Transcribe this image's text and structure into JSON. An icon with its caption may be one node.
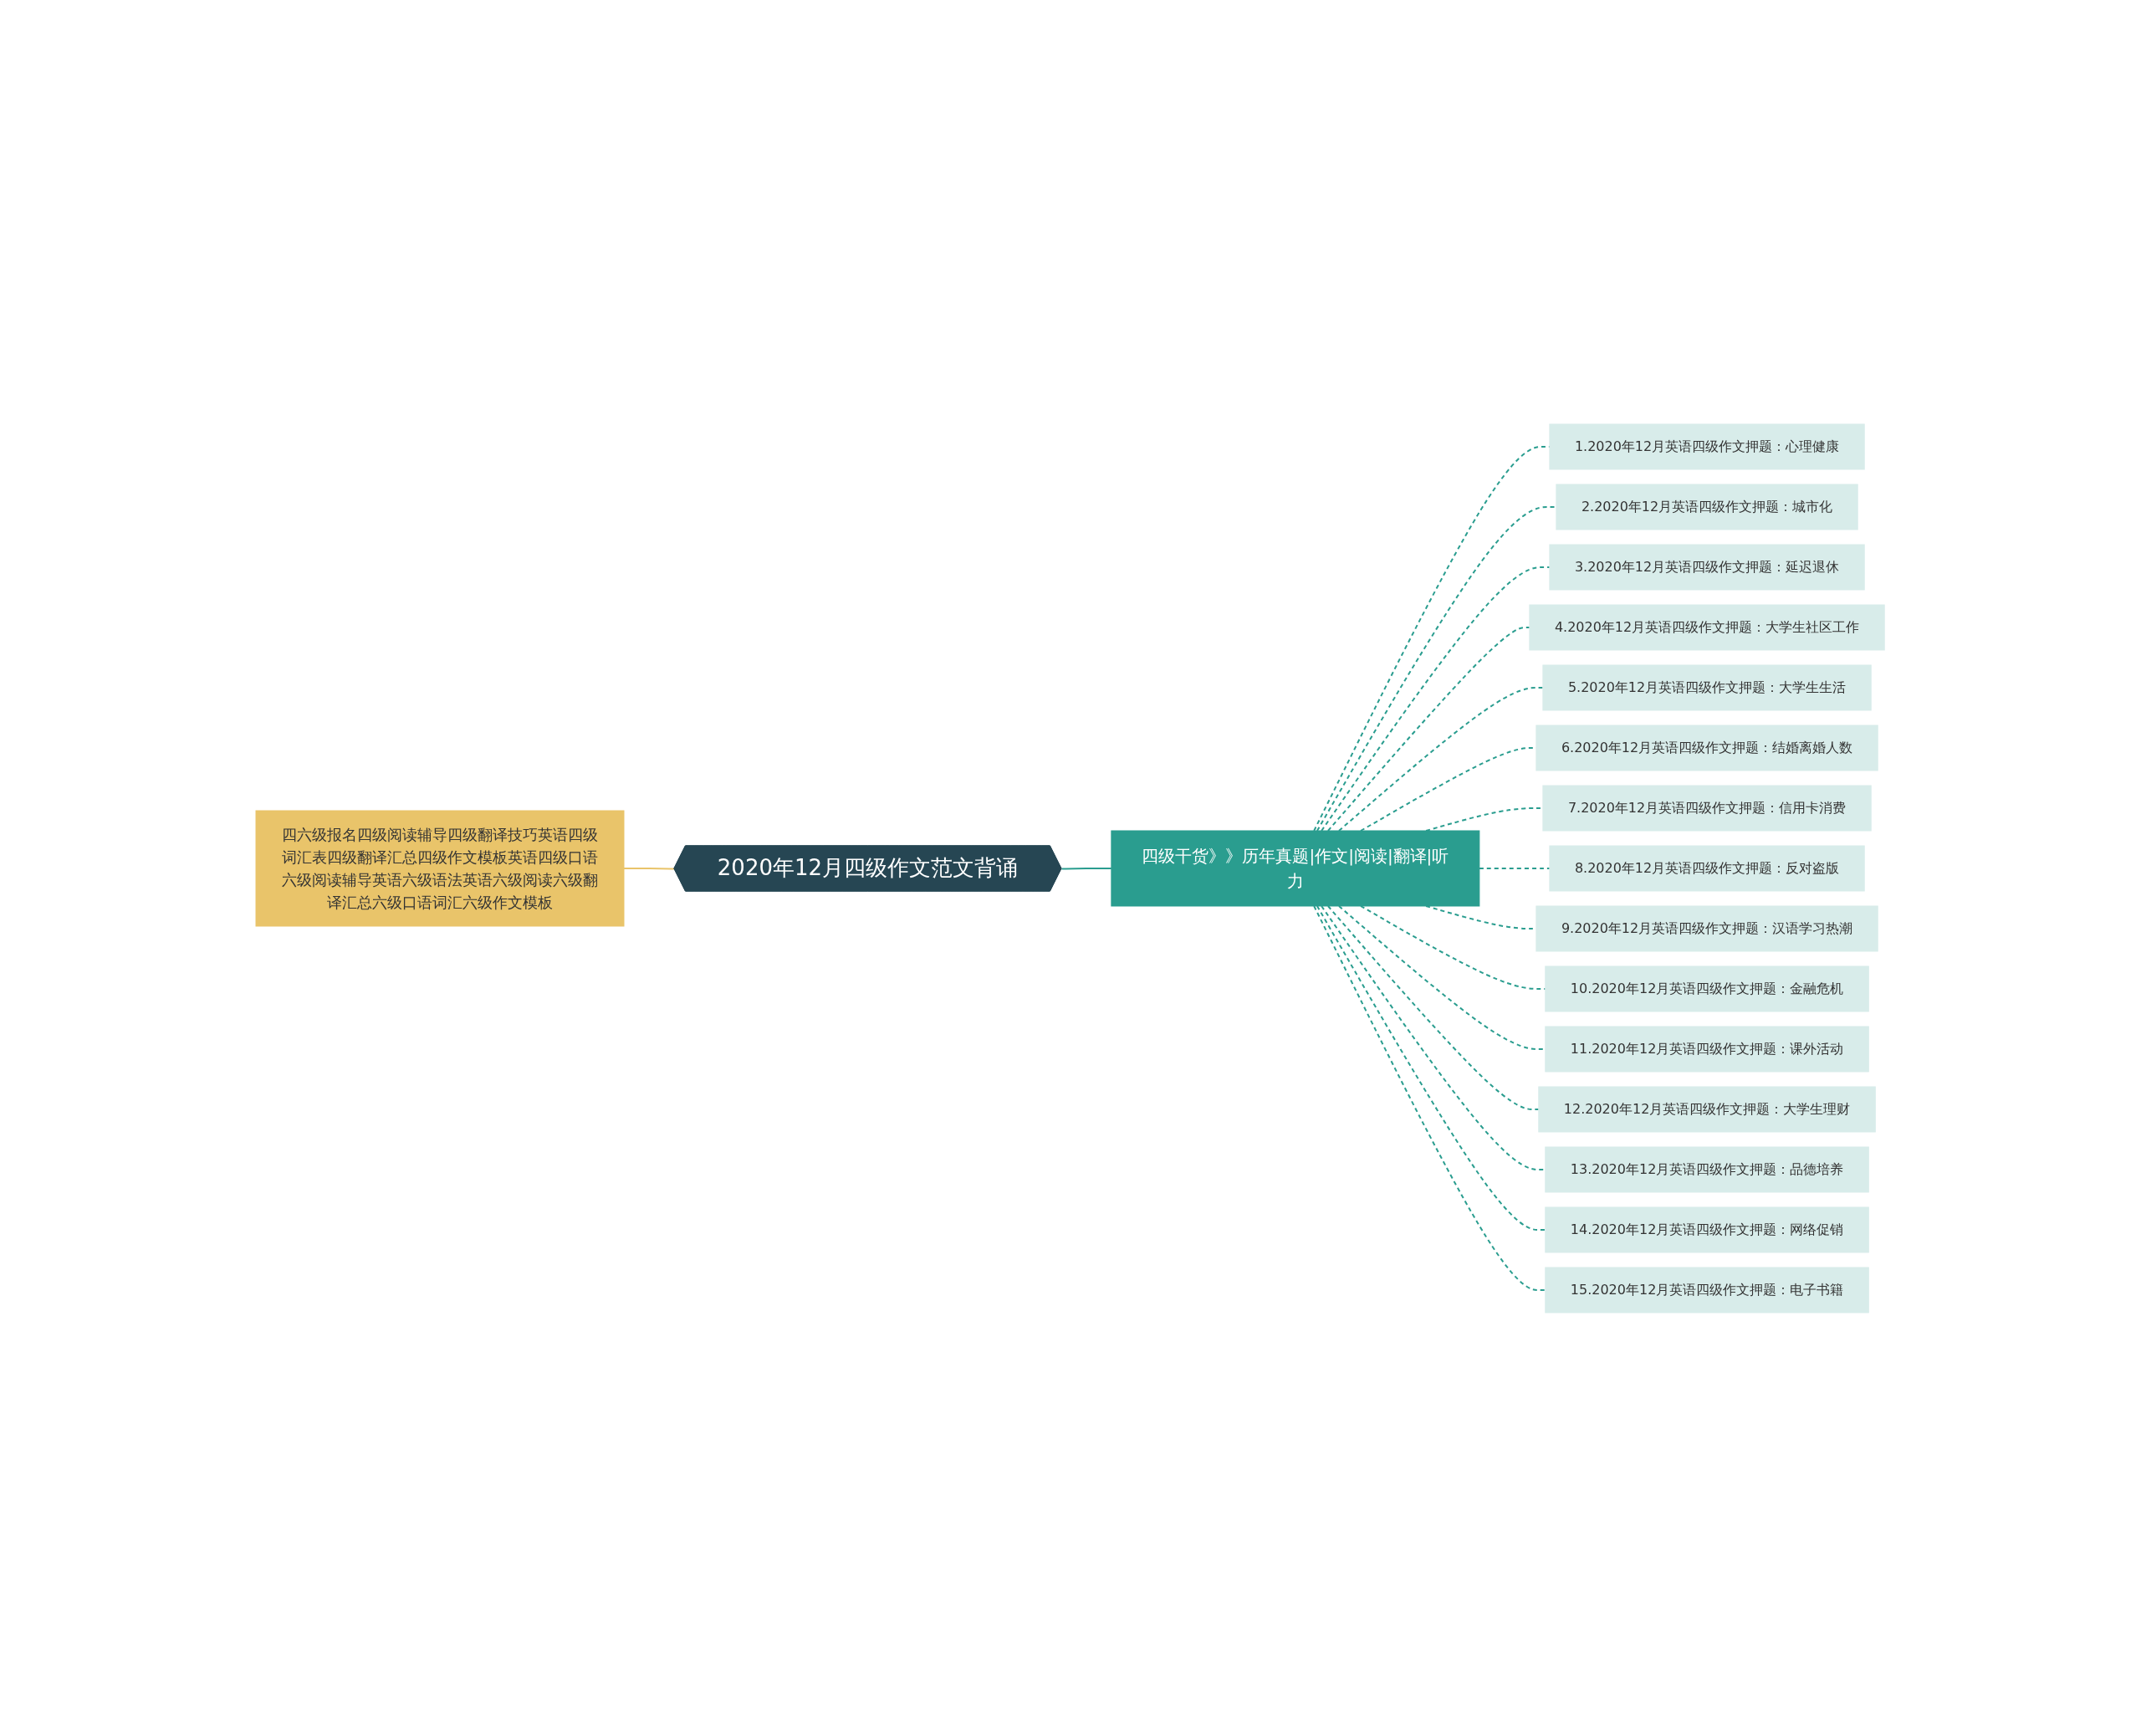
{
  "diagram": {
    "nodes": [
      {
        "text": [
          "2020年12月四级作文范文背诵"
        ]
      },
      {
        "text": [
          "四六级报名四级阅读辅导四级翻译技巧英语四级词汇表四级翻译汇总四级作文模板英语四级口语六级阅读辅导英语六级语法英语六级阅读六级翻译汇总六级口语词汇六级作文模板"
        ]
      },
      {
        "text": [
          "四级干货》》历年真题|作文|阅读|翻译|听力"
        ]
      },
      {
        "text": [
          "1.2020年12月英语四级作文押题：心理健康"
        ]
      },
      {
        "text": [
          "2.2020年12月英语四级作文押题：城市化"
        ]
      },
      {
        "text": [
          "3.2020年12月英语四级作文押题：延迟退休"
        ]
      },
      {
        "text": [
          "4.2020年12月英语四级作文押题：大学生社区工作"
        ]
      },
      {
        "text": [
          "5.2020年12月英语四级作文押题：大学生生活"
        ]
      },
      {
        "text": [
          "6.2020年12月英语四级作文押题：结婚离婚人数"
        ]
      },
      {
        "text": [
          "7.2020年12月英语四级作文押题：信用卡消费"
        ]
      },
      {
        "text": [
          "8.2020年12月英语四级作文押题：反对盗版"
        ]
      },
      {
        "text": [
          "9.2020年12月英语四级作文押题：汉语学习热潮"
        ]
      },
      {
        "text": [
          "10.2020年12月英语四级作文押题：金融危机"
        ]
      },
      {
        "text": [
          "11.2020年12月英语四级作文押题：课外活动"
        ]
      },
      {
        "text": [
          "12.2020年12月英语四级作文押题：大学生理财"
        ]
      },
      {
        "text": [
          "13.2020年12月英语四级作文押题：品德培养"
        ]
      },
      {
        "text": [
          "14.2020年12月英语四级作文押题：网络促销"
        ]
      },
      {
        "text": [
          "15.2020年12月英语四级作文押题：电子书籍"
        ]
      }
    ],
    "edges": [
      {
        "from": 0,
        "to": 1,
        "arrow": "none",
        "color": "#e9c46a"
      },
      {
        "from": 0,
        "to": 2,
        "arrow": "none",
        "color": "#2a9d8f"
      },
      {
        "from": 2,
        "to": 3,
        "arrow": "none",
        "style": "dashed"
      },
      {
        "from": 2,
        "to": 4,
        "arrow": "none",
        "style": "dashed"
      },
      {
        "from": 2,
        "to": 5,
        "arrow": "none",
        "style": "dashed"
      },
      {
        "from": 2,
        "to": 6,
        "arrow": "none",
        "style": "dashed"
      },
      {
        "from": 2,
        "to": 7,
        "arrow": "none",
        "style": "dashed"
      },
      {
        "from": 2,
        "to": 8,
        "arrow": "none",
        "style": "dashed"
      },
      {
        "from": 2,
        "to": 9,
        "arrow": "none",
        "style": "dashed"
      },
      {
        "from": 2,
        "to": 10,
        "arrow": "none",
        "style": "dashed"
      },
      {
        "from": 2,
        "to": 11,
        "arrow": "none",
        "style": "dashed"
      },
      {
        "from": 2,
        "to": 12,
        "arrow": "none",
        "style": "dashed"
      },
      {
        "from": 2,
        "to": 13,
        "arrow": "none",
        "style": "dashed"
      },
      {
        "from": 2,
        "to": 14,
        "arrow": "none",
        "style": "dashed"
      },
      {
        "from": 2,
        "to": 15,
        "arrow": "none",
        "style": "dashed"
      },
      {
        "from": 2,
        "to": 16,
        "arrow": "none",
        "style": "dashed"
      },
      {
        "from": 2,
        "to": 17,
        "arrow": "none",
        "style": "dashed"
      }
    ]
  }
}
